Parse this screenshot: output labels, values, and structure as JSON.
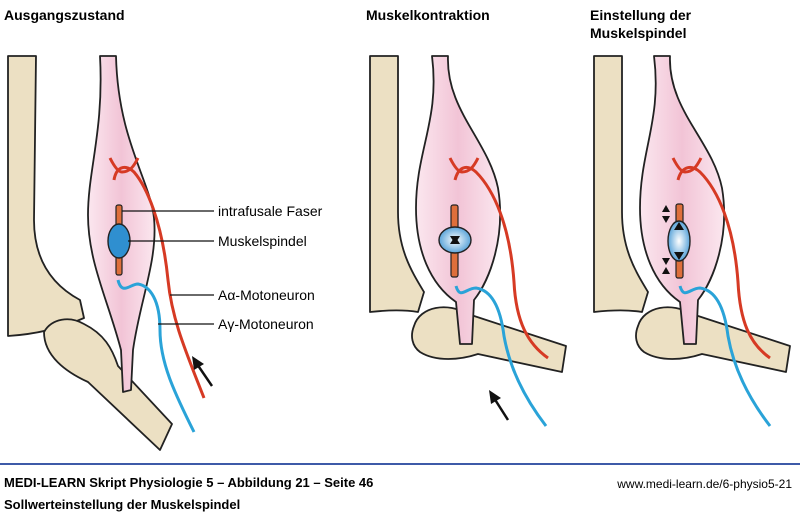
{
  "panels": [
    {
      "title": "Ausgangszustand"
    },
    {
      "title": "Muskelkontraktion"
    },
    {
      "title": "Einstellung der\nMuskelspindel"
    }
  ],
  "labels": {
    "intrafusal": "intrafusale Faser",
    "spindle": "Muskelspindel",
    "alpha": "Aα-Motoneuron",
    "gamma": "Aγ-Motoneuron"
  },
  "footer": {
    "caption": "MEDI-LEARN Skript Physiologie 5 – Abbildung 21 – Seite 46",
    "subtitle": "Sollwerteinstellung der Muskelspindel",
    "url": "www.medi-learn.de/6-physio5-21"
  },
  "colors": {
    "bone": "#ece0c3",
    "muscle": "#f6d6e4",
    "alpha_nerve": "#d63a24",
    "gamma_nerve": "#2aa3d8",
    "spindle": "#2f8fd0",
    "fiber": "#de6f3b",
    "rule": "#3d5aa8"
  }
}
